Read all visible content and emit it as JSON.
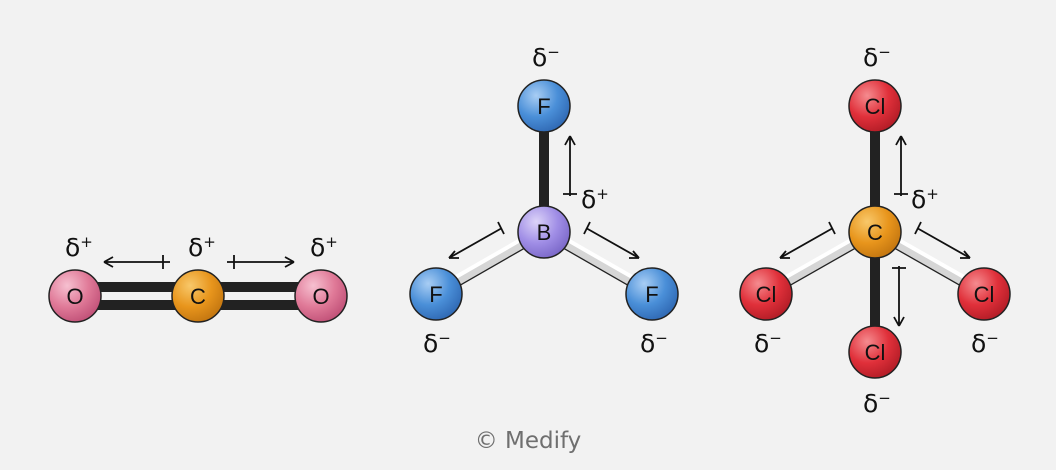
{
  "molecules": [
    {
      "name": "co2",
      "atoms": [
        {
          "id": "o-left",
          "symbol": "O",
          "color": "#e07a98",
          "charge": "+"
        },
        {
          "id": "c",
          "symbol": "C",
          "color": "#e8951c",
          "charge": "+"
        },
        {
          "id": "o-right",
          "symbol": "O",
          "color": "#e07a98",
          "charge": "+"
        }
      ]
    },
    {
      "name": "bf3",
      "atoms": [
        {
          "id": "f-top",
          "symbol": "F",
          "color": "#4a8fd8",
          "charge": "−"
        },
        {
          "id": "b",
          "symbol": "B",
          "color": "#a08ee6",
          "charge": "+"
        },
        {
          "id": "f-left",
          "symbol": "F",
          "color": "#4a8fd8",
          "charge": "−"
        },
        {
          "id": "f-right",
          "symbol": "F",
          "color": "#4a8fd8",
          "charge": "−"
        }
      ]
    },
    {
      "name": "ccl4",
      "atoms": [
        {
          "id": "cl-top",
          "symbol": "Cl",
          "color": "#e0303a",
          "charge": "−"
        },
        {
          "id": "c",
          "symbol": "C",
          "color": "#e8951c",
          "charge": "+"
        },
        {
          "id": "cl-left",
          "symbol": "Cl",
          "color": "#e0303a",
          "charge": "−"
        },
        {
          "id": "cl-right",
          "symbol": "Cl",
          "color": "#e0303a",
          "charge": "−"
        },
        {
          "id": "cl-bottom",
          "symbol": "Cl",
          "color": "#e0303a",
          "charge": "−"
        }
      ]
    }
  ],
  "delta_symbol": "δ",
  "credit": "© Medify"
}
